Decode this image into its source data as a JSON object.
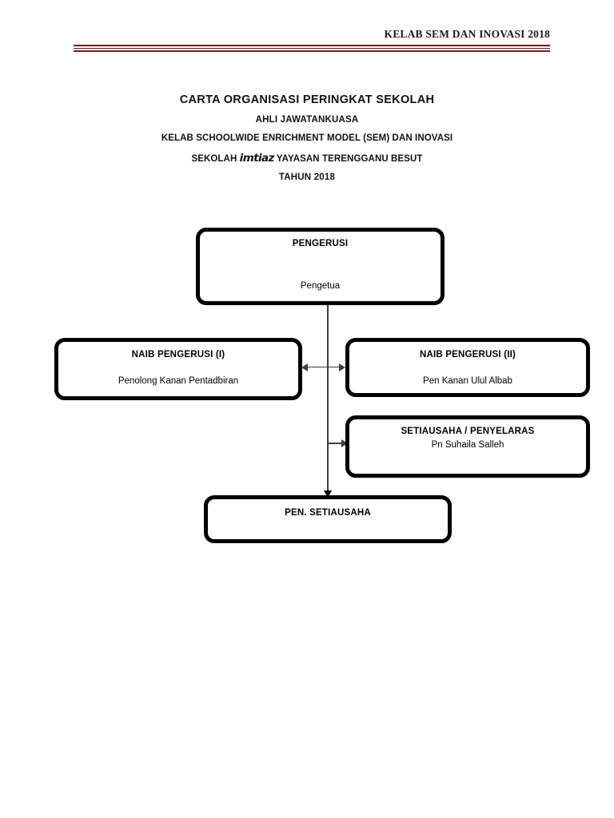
{
  "document": {
    "header_text": "KELAB SEM DAN INOVASI 2018",
    "rule_color": "#6b1f1f",
    "background": "#ffffff"
  },
  "title": {
    "line1": "CARTA ORGANISASI PERINGKAT SEKOLAH",
    "line2": "AHLI JAWATANKUASA",
    "line3": "KELAB SCHOOLWIDE ENRICHMENT MODEL (SEM) DAN INOVASI",
    "line4_prefix": "SEKOLAH",
    "line4_brand": "imtiaz",
    "line4_suffix": "YAYASAN TERENGGANU BESUT",
    "line5": "TAHUN 2018"
  },
  "chart_data": {
    "type": "diagram",
    "title": "CARTA ORGANISASI PERINGKAT SEKOLAH",
    "nodes": [
      {
        "id": "pengerusi",
        "role": "PENGERUSI",
        "holder": "Pengetua",
        "level": 1
      },
      {
        "id": "naib1",
        "role": "NAIB PENGERUSI (I)",
        "holder": "Penolong Kanan Pentadbiran",
        "level": 2
      },
      {
        "id": "naib2",
        "role": "NAIB PENGERUSI (II)",
        "holder": "Pen Kanan Ulul Albab",
        "level": 2
      },
      {
        "id": "setiausaha",
        "role": "SETIAUSAHA / PENYELARAS",
        "holder": "Pn Suhaila Salleh",
        "level": 3
      },
      {
        "id": "pen-setiausaha",
        "role": "PEN. SETIAUSAHA",
        "holder": "",
        "level": 4
      }
    ],
    "edges": [
      {
        "from": "pengerusi",
        "to": "naib1",
        "style": "arrow-left"
      },
      {
        "from": "pengerusi",
        "to": "naib2",
        "style": "arrow-right"
      },
      {
        "from": "pengerusi",
        "to": "setiausaha",
        "style": "arrow-right"
      },
      {
        "from": "pengerusi",
        "to": "pen-setiausaha",
        "style": "arrow-down"
      }
    ],
    "box_border_color": "#000000",
    "connector_color": "#3d3d3d"
  }
}
